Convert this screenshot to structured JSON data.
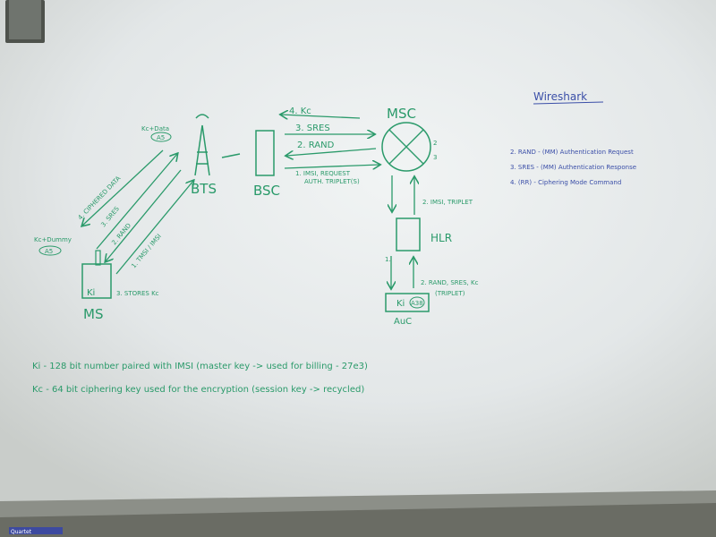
{
  "whiteboard": {
    "title_right": "Wireshark",
    "right_notes": [
      "2. RAND - (MM) Authentication Request",
      "3. SRES - (MM) Authentication Response",
      "4. (RR) - Ciphering Mode Command"
    ],
    "nodes": {
      "ms": "MS",
      "ms_ki": "Ki",
      "bts": "BTS",
      "bsc": "BSC",
      "msc": "MSC",
      "hlr": "HLR",
      "auc": "AuC",
      "auc_ki": "Ki",
      "auc_badge": "A38"
    },
    "ovals": {
      "kc_data": "Kc+Data",
      "kc_data_sub": "A5",
      "kc_dummy": "Kc+Dummy",
      "kc_dummy_sub": "A5"
    },
    "arrows": {
      "top_4": "4. Kc",
      "top_3": "3. SRES",
      "top_2": "2. RAND",
      "top_1": "1. IMSI, REQUEST",
      "top_1b": "AUTH. TRIPLET(S)",
      "hlr_to_msc": "2. IMSI, TRIPLET",
      "auc_1": "1.",
      "auc_2": "2. RAND, SRES, Kc",
      "auc_2b": "(TRIPLET)",
      "ms_4": "4. CIPHERED DATA",
      "ms_3": "3. SRES",
      "ms_2": "2. RAND",
      "ms_1": "1. TMSI / IMSI",
      "ms_3b": "3. STORES Kc"
    },
    "bottom_notes": [
      "Ki - 128 bit number paired with IMSI (master key -> used for billing - 27e3)",
      "Kc - 64 bit ciphering key used for the encryption (session key -> recycled)"
    ],
    "marker_brand": "Quartet"
  },
  "colors": {
    "ink_green": "#2a9a6a",
    "ink_blue": "#3b4fa8",
    "board": "#e6e9ea"
  }
}
